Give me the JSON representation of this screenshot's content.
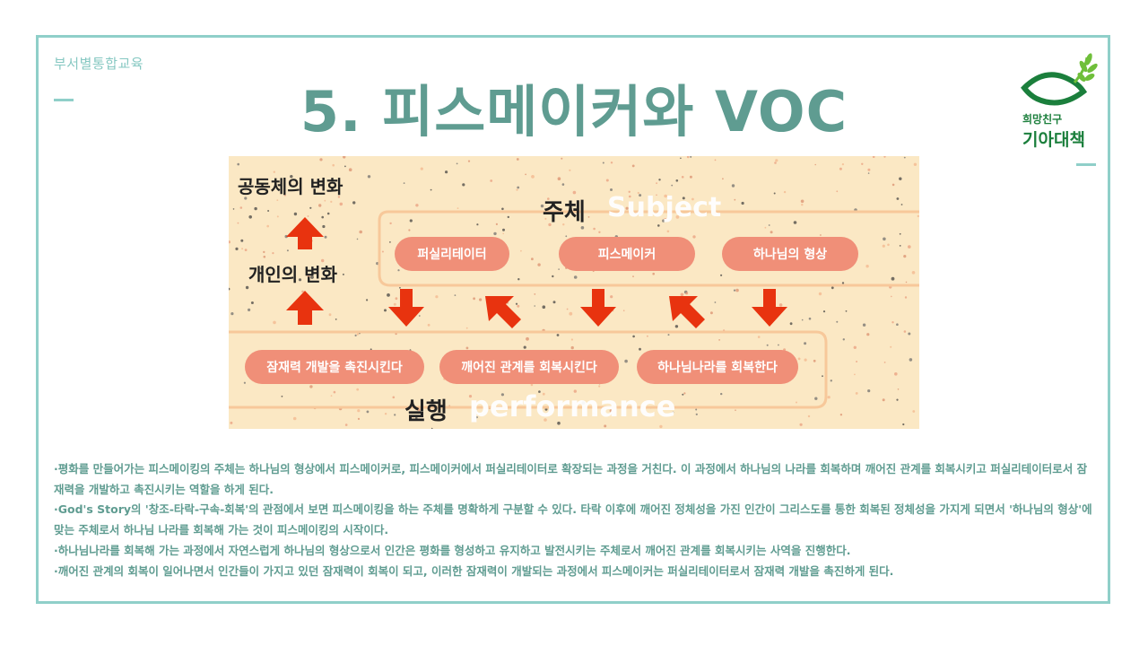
{
  "header": {
    "department": "부서별통합교육",
    "title": "5. 피스메이커와 VOC"
  },
  "logo": {
    "line1": "희망친구",
    "line2": "기아대책",
    "colors": {
      "primary": "#1b7f3c",
      "leaf": "#6fbf3a"
    }
  },
  "diagram": {
    "community_change": "공동체의 변화",
    "individual_change": "개인의 변화",
    "subject_ko": "주체",
    "subject_en": "Subject",
    "performance_ko": "실행",
    "performance_en": "performance",
    "top_pills": [
      "퍼실리테이터",
      "피스메이커",
      "하나님의 형상"
    ],
    "bottom_pills": [
      "잠재력 개발을 촉진시킨다",
      "깨어진 관계를 회복시킨다",
      "하나님나라를 회복한다"
    ],
    "colors": {
      "pill": "#f08f78",
      "arrow": "#e8330f",
      "background": "#fbe8c4",
      "outline": "#f7c89a"
    }
  },
  "body": {
    "paragraphs": [
      "·평화를 만들어가는 피스메이킹의 주체는 하나님의 형상에서 피스메이커로, 피스메이커에서 퍼실리테이터로 확장되는 과정을 거친다. 이 과정에서 하나님의 나라를 회복하며 깨어진 관계를 회복시키고 퍼실리테이터로서 잠재력을 개발하고 촉진시키는 역할을 하게 된다.",
      "·God's Story의 '창조-타락-구속-회복'의 관점에서 보면 피스메이킹을 하는 주체를 명확하게 구분할 수 있다. 타락 이후에 깨어진 정체성을 가진 인간이 그리스도를 통한 회복된 정체성을 가지게 되면서 '하나님의 형상'에 맞는 주체로서 하나님 나라를 회복해 가는 것이 피스메이킹의 시작이다.",
      "·하나님나라를 회복해 가는 과정에서 자연스럽게 하나님의 형상으로서 인간은 평화를 형성하고 유지하고 발전시키는 주체로서 깨어진 관계를 회복시키는 사역을 진행한다.",
      "·깨어진 관계의 회복이 일어나면서 인간들이 가지고 있던 잠재력이 회복이 되고, 이러한 잠재력이 개발되는 과정에서 피스메이커는 퍼실리테이터로서 잠재력 개발을 촉진하게 된다."
    ]
  }
}
